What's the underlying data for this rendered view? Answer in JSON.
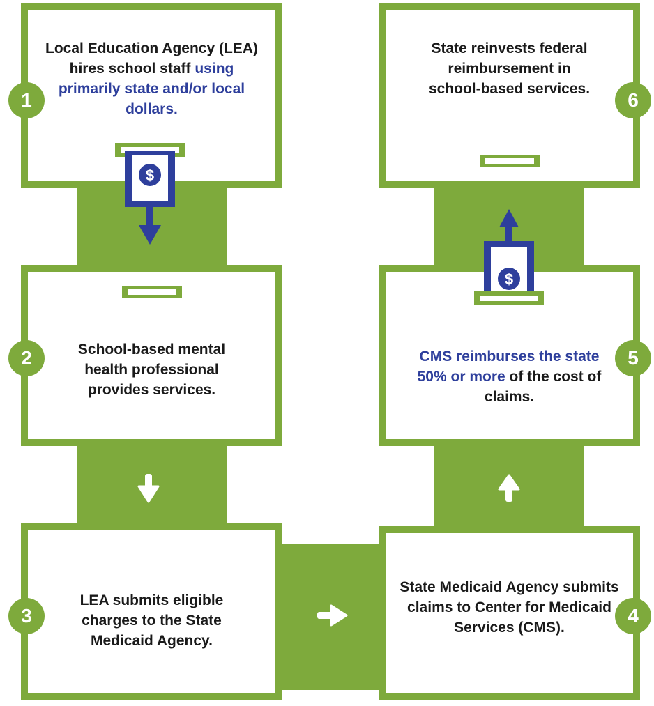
{
  "colors": {
    "green": "#7eaa3c",
    "blue": "#2e3f9c",
    "text": "#1a1a1a",
    "background": "#ffffff"
  },
  "steps": [
    {
      "number": "1",
      "text_plain": "Local Education Agency (LEA) hires school staff",
      "text_highlight": "using primarily state and/or local dollars."
    },
    {
      "number": "2",
      "text_plain": "School-based mental health professional provides services."
    },
    {
      "number": "3",
      "text_plain": "LEA submits eligible charges to the State Medicaid Agency."
    },
    {
      "number": "4",
      "text_plain": "State Medicaid Agency submits claims to Center for Medicaid Services (CMS)."
    },
    {
      "number": "5",
      "text_highlight": "CMS reimburses the state 50% or more",
      "text_plain": "of the cost of claims."
    },
    {
      "number": "6",
      "text_plain": "State reinvests federal reimbursement in school-based services."
    }
  ],
  "icons": {
    "money_out": "dollar-bill-icon",
    "money_in": "dollar-bill-icon",
    "dollar_symbol": "$"
  }
}
